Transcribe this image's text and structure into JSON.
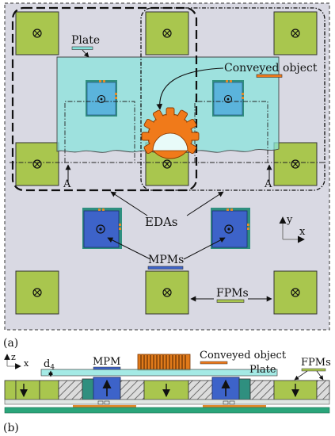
{
  "labels": {
    "plate_top": "Plate",
    "conveyed_object_top": "Conveyed object",
    "section_a": "A",
    "edas": "EDAs",
    "mpms_top": "MPMs",
    "fpms_top": "FPMs",
    "axis_y": "y",
    "axis_x": "x",
    "panel_a": "(a)",
    "panel_b": "(b)",
    "axis_z": "z",
    "axis_x_b": "x",
    "d4": "d",
    "d4_sub": "4",
    "mpm_b": "MPM",
    "conveyed_object_b": "Conveyed object",
    "plate_b": "Plate",
    "fpms_b": "FPMs"
  },
  "colors": {
    "background_panel": "#d9d9e3",
    "plate": "#86e3dc",
    "fpm": "#a9c64e",
    "mpm_blue": "#3d63c9",
    "mpm_light": "#5bb4dc",
    "gear": "#f07a1a",
    "hatch": "#7a7a7a",
    "base_green": "#2aa57a",
    "coil_orange": "#e08a2b"
  },
  "icons": {
    "fpm_symbol": "cross-circle-icon",
    "mpm_symbol": "dot-circle-icon"
  }
}
